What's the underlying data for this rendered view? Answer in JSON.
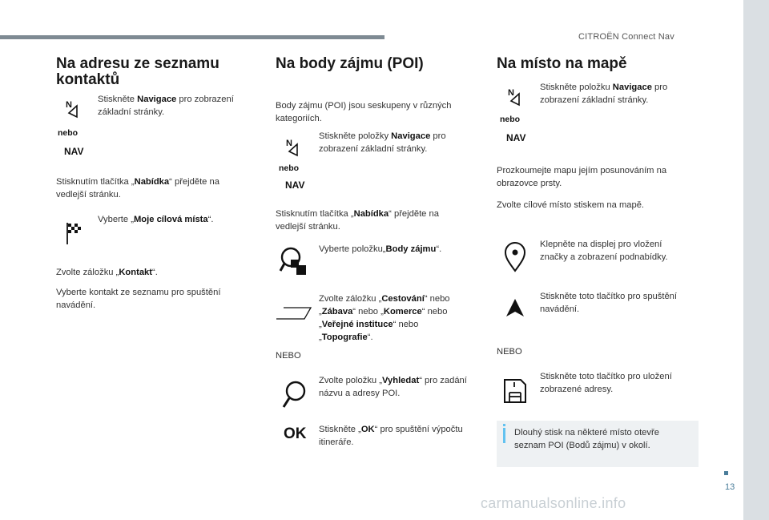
{
  "header": {
    "brand": "CITROËN Connect Nav",
    "page_number": "13",
    "watermark": "carmanualsonline.info"
  },
  "col1": {
    "title": "Na adresu ze seznamu kontaktů",
    "step1": {
      "pre": "Stiskněte ",
      "bold": "Navigace",
      "post": " pro zobrazení základní stránky."
    },
    "nebo": "nebo",
    "nav": "NAV",
    "para_menu": {
      "pre": "Stisknutím tlačítka „",
      "bold": "Nabídka",
      "post": "“ přejděte na vedlejší stránku."
    },
    "step2": {
      "pre": "Vyberte „",
      "bold": "Moje cílová místa",
      "post": "“."
    },
    "para_tab": {
      "pre": "Zvolte záložku „",
      "bold": "Kontakt",
      "post": "“."
    },
    "para_contact": "Vyberte kontakt ze seznamu pro spuštění navádění."
  },
  "col2": {
    "title": "Na body zájmu (POI)",
    "intro": "Body zájmu (POI) jsou seskupeny v různých kategoriích.",
    "step1": {
      "pre": "Stiskněte položky ",
      "bold": "Navigace",
      "post": " pro zobrazení základní stránky."
    },
    "nebo": "nebo",
    "nav": "NAV",
    "para_menu": {
      "pre": "Stisknutím tlačítka „",
      "bold": "Nabídka",
      "post": "“ přejděte na vedlejší stránku."
    },
    "step_poi": {
      "pre": "Vyberte položku„",
      "bold": "Body zájmu",
      "post": "“."
    },
    "step_tab": {
      "a": "Zvolte záložku „",
      "b1": "Cestování",
      "c": "“ nebo „",
      "b2": "Zábava",
      "d": "“ nebo „",
      "b3": "Komerce",
      "e": "“ nebo „",
      "b4": "Veřejné instituce",
      "f": "“ nebo „",
      "b5": "Topografie",
      "g": "“."
    },
    "nebo_caps": "NEBO",
    "step_search": {
      "pre": "Zvolte položku „",
      "bold": "Vyhledat",
      "post": "“ pro zadání názvu a adresy POI."
    },
    "ok_label": "OK",
    "step_ok": {
      "pre": "Stiskněte „",
      "bold": "OK",
      "post": "“ pro spuštění výpočtu itineráře."
    }
  },
  "col3": {
    "title": "Na místo na mapě",
    "step1": {
      "pre": "Stiskněte položku ",
      "bold": "Navigace",
      "post": " pro zobrazení základní stránky."
    },
    "nebo": "nebo",
    "nav": "NAV",
    "para_map": "Prozkoumejte mapu jejím posunováním na obrazovce prsty.",
    "para_select": "Zvolte cílové místo stiskem na mapě.",
    "step_pin": "Klepněte na displej pro vložení značky a zobrazení podnabídky.",
    "step_go": "Stiskněte toto tlačítko pro spuštění navádění.",
    "nebo_caps": "NEBO",
    "step_save": "Stiskněte toto tlačítko pro uložení zobrazené adresy.",
    "hint": "Dlouhý stisk na některé místo otevře seznam POI (Bodů zájmu) v okolí."
  }
}
